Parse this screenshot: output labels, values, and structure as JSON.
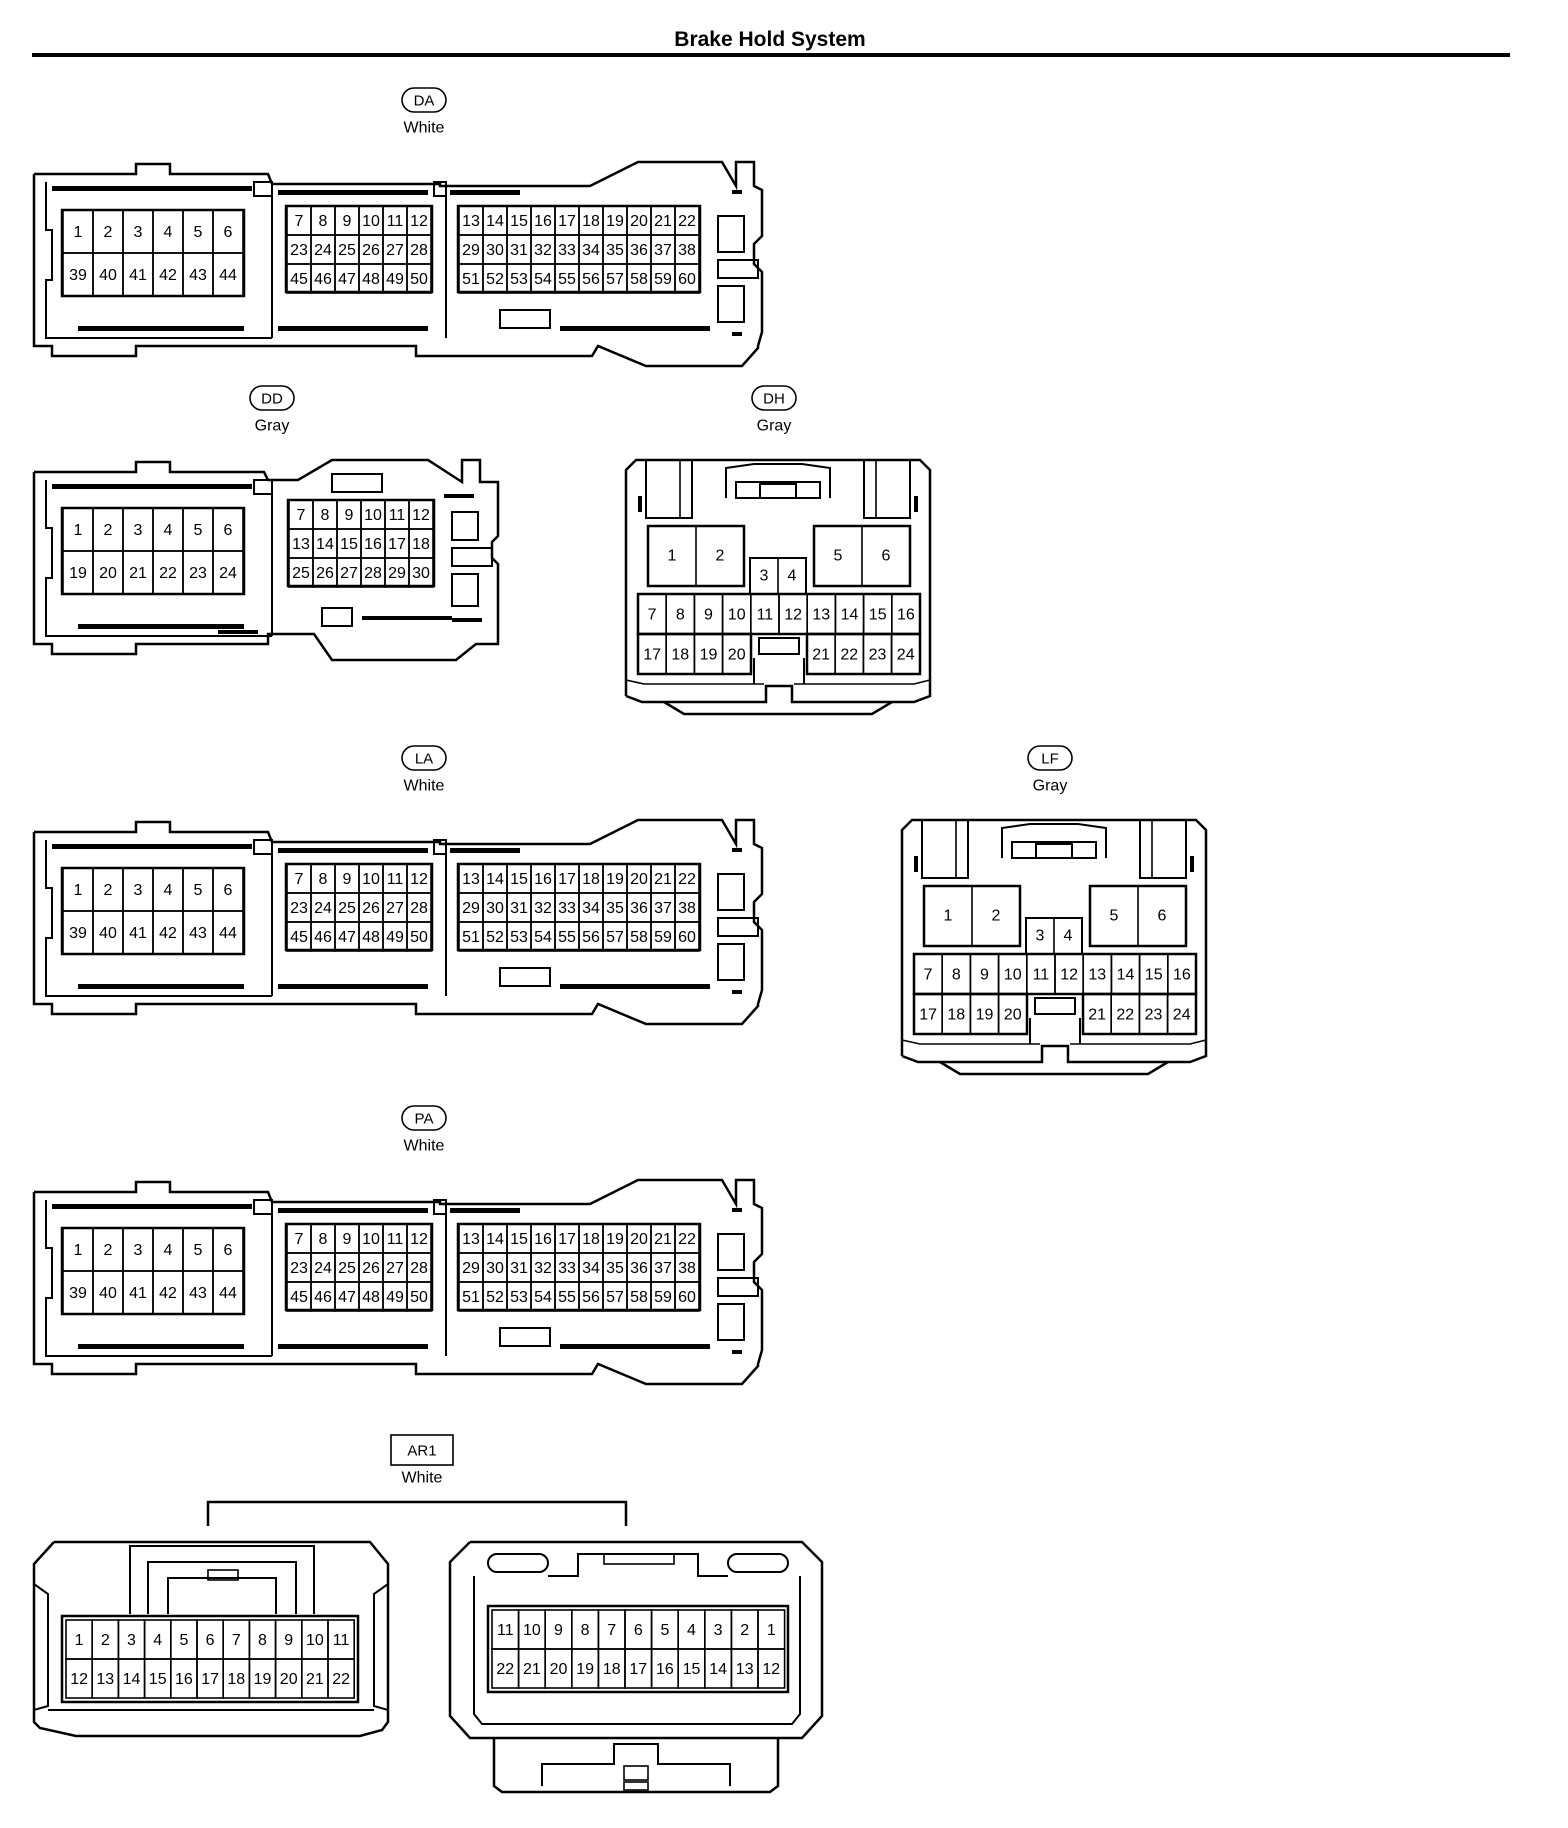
{
  "page": {
    "title": "Brake Hold System"
  },
  "connectors": {
    "DA": {
      "code": "DA",
      "color": "White",
      "pins": {
        "a_top": [
          "1",
          "2",
          "3",
          "4",
          "5",
          "6"
        ],
        "a_bot": [
          "39",
          "40",
          "41",
          "42",
          "43",
          "44"
        ],
        "b_r1": [
          "7",
          "8",
          "9",
          "10",
          "11",
          "12"
        ],
        "b_r2": [
          "23",
          "24",
          "25",
          "26",
          "27",
          "28"
        ],
        "b_r3": [
          "45",
          "46",
          "47",
          "48",
          "49",
          "50"
        ],
        "c_r1": [
          "13",
          "14",
          "15",
          "16",
          "17",
          "18",
          "19",
          "20",
          "21",
          "22"
        ],
        "c_r2": [
          "29",
          "30",
          "31",
          "32",
          "33",
          "34",
          "35",
          "36",
          "37",
          "38"
        ],
        "c_r3": [
          "51",
          "52",
          "53",
          "54",
          "55",
          "56",
          "57",
          "58",
          "59",
          "60"
        ]
      }
    },
    "DD": {
      "code": "DD",
      "color": "Gray",
      "pins": {
        "a_top": [
          "1",
          "2",
          "3",
          "4",
          "5",
          "6"
        ],
        "a_bot": [
          "19",
          "20",
          "21",
          "22",
          "23",
          "24"
        ],
        "b_r1": [
          "7",
          "8",
          "9",
          "10",
          "11",
          "12"
        ],
        "b_r2": [
          "13",
          "14",
          "15",
          "16",
          "17",
          "18"
        ],
        "b_r3": [
          "25",
          "26",
          "27",
          "28",
          "29",
          "30"
        ]
      }
    },
    "DH": {
      "code": "DH",
      "color": "Gray",
      "pins": {
        "big": [
          "1",
          "2",
          "5",
          "6"
        ],
        "mid": [
          "3",
          "4"
        ],
        "r1": [
          "7",
          "8",
          "9",
          "10",
          "11",
          "12",
          "13",
          "14",
          "15",
          "16"
        ],
        "r2_left": [
          "17",
          "18",
          "19",
          "20"
        ],
        "r2_right": [
          "21",
          "22",
          "23",
          "24"
        ]
      }
    },
    "LA": {
      "code": "LA",
      "color": "White",
      "pins": {
        "a_top": [
          "1",
          "2",
          "3",
          "4",
          "5",
          "6"
        ],
        "a_bot": [
          "39",
          "40",
          "41",
          "42",
          "43",
          "44"
        ],
        "b_r1": [
          "7",
          "8",
          "9",
          "10",
          "11",
          "12"
        ],
        "b_r2": [
          "23",
          "24",
          "25",
          "26",
          "27",
          "28"
        ],
        "b_r3": [
          "45",
          "46",
          "47",
          "48",
          "49",
          "50"
        ],
        "c_r1": [
          "13",
          "14",
          "15",
          "16",
          "17",
          "18",
          "19",
          "20",
          "21",
          "22"
        ],
        "c_r2": [
          "29",
          "30",
          "31",
          "32",
          "33",
          "34",
          "35",
          "36",
          "37",
          "38"
        ],
        "c_r3": [
          "51",
          "52",
          "53",
          "54",
          "55",
          "56",
          "57",
          "58",
          "59",
          "60"
        ]
      }
    },
    "LF": {
      "code": "LF",
      "color": "Gray",
      "pins": {
        "big": [
          "1",
          "2",
          "5",
          "6"
        ],
        "mid": [
          "3",
          "4"
        ],
        "r1": [
          "7",
          "8",
          "9",
          "10",
          "11",
          "12",
          "13",
          "14",
          "15",
          "16"
        ],
        "r2_left": [
          "17",
          "18",
          "19",
          "20"
        ],
        "r2_right": [
          "21",
          "22",
          "23",
          "24"
        ]
      }
    },
    "PA": {
      "code": "PA",
      "color": "White",
      "pins": {
        "a_top": [
          "1",
          "2",
          "3",
          "4",
          "5",
          "6"
        ],
        "a_bot": [
          "39",
          "40",
          "41",
          "42",
          "43",
          "44"
        ],
        "b_r1": [
          "7",
          "8",
          "9",
          "10",
          "11",
          "12"
        ],
        "b_r2": [
          "23",
          "24",
          "25",
          "26",
          "27",
          "28"
        ],
        "b_r3": [
          "45",
          "46",
          "47",
          "48",
          "49",
          "50"
        ],
        "c_r1": [
          "13",
          "14",
          "15",
          "16",
          "17",
          "18",
          "19",
          "20",
          "21",
          "22"
        ],
        "c_r2": [
          "29",
          "30",
          "31",
          "32",
          "33",
          "34",
          "35",
          "36",
          "37",
          "38"
        ],
        "c_r3": [
          "51",
          "52",
          "53",
          "54",
          "55",
          "56",
          "57",
          "58",
          "59",
          "60"
        ]
      }
    },
    "AR1": {
      "code": "AR1",
      "color": "White",
      "left": {
        "r1": [
          "1",
          "2",
          "3",
          "4",
          "5",
          "6",
          "7",
          "8",
          "9",
          "10",
          "11"
        ],
        "r2": [
          "12",
          "13",
          "14",
          "15",
          "16",
          "17",
          "18",
          "19",
          "20",
          "21",
          "22"
        ]
      },
      "right": {
        "r1": [
          "11",
          "10",
          "9",
          "8",
          "7",
          "6",
          "5",
          "4",
          "3",
          "2",
          "1"
        ],
        "r2": [
          "22",
          "21",
          "20",
          "19",
          "18",
          "17",
          "16",
          "15",
          "14",
          "13",
          "12"
        ]
      }
    }
  }
}
